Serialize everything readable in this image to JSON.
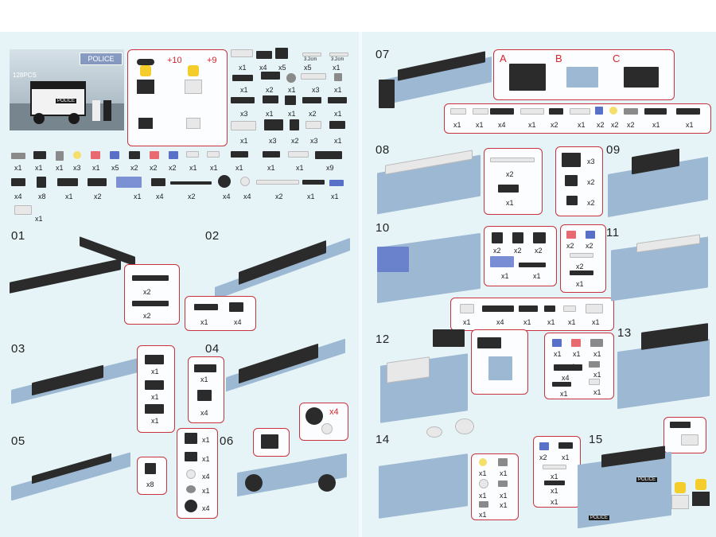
{
  "cover": {
    "piece_count": "128PCS",
    "logo_text": "POLICE",
    "truck_text": "POLICE"
  },
  "minifigs": {
    "left_qty": "+10",
    "right_qty": "+9"
  },
  "parts_list": {
    "rows": [
      [
        "x1",
        "x4",
        "x5",
        "3.2cm",
        "3.2cm"
      ],
      [
        "x1",
        "x5",
        "x1"
      ],
      [
        "x1",
        "x2",
        "x1",
        "x3",
        "x1"
      ],
      [
        "x3",
        "x1",
        "x1",
        "x2",
        "x1"
      ],
      [
        "x1",
        "x3",
        "x2",
        "x3",
        "x1"
      ],
      [
        "x1",
        "x1",
        "x1",
        "x3",
        "x1",
        "x5",
        "x2",
        "x2",
        "x2",
        "x1",
        "x1",
        "x1",
        "x1",
        "x1",
        "x9"
      ],
      [
        "x4",
        "x8",
        "x1",
        "x2",
        "x1",
        "x4",
        "x2",
        "x4",
        "x4",
        "x2",
        "x1",
        "x1"
      ],
      [
        "x1"
      ]
    ]
  },
  "steps": {
    "s01": {
      "num": "01",
      "qty": [
        "x2",
        "x2"
      ]
    },
    "s02": {
      "num": "02",
      "qty": [
        "x1",
        "x4"
      ]
    },
    "s03": {
      "num": "03",
      "qty": [
        "x1",
        "x1",
        "x1"
      ]
    },
    "s04": {
      "num": "04",
      "qty": [
        "x1",
        "x4"
      ]
    },
    "s05": {
      "num": "05",
      "qty": [
        "x8"
      ]
    },
    "s06": {
      "num": "06",
      "qty": [
        "x1",
        "x1",
        "x4",
        "x1",
        "x4"
      ],
      "wheel_qty": "x4"
    },
    "s07": {
      "num": "07",
      "sub": [
        "A",
        "B",
        "C"
      ],
      "qty": [
        "x1",
        "x1",
        "x4",
        "x1",
        "x2",
        "x1",
        "x2",
        "x2",
        "x2",
        "x1",
        "x1"
      ]
    },
    "s08": {
      "num": "08",
      "qty": [
        "x2",
        "x1"
      ]
    },
    "s09": {
      "num": "09",
      "qty": [
        "x3",
        "x2",
        "x2"
      ]
    },
    "s10": {
      "num": "10",
      "qty": [
        "x2",
        "x2",
        "x2",
        "x1",
        "x1"
      ],
      "qty2": [
        "x1",
        "x4",
        "x1",
        "x1",
        "x1",
        "x1"
      ]
    },
    "s11": {
      "num": "11",
      "qty": [
        "x2",
        "x2",
        "x2",
        "x1"
      ]
    },
    "s12": {
      "num": "12"
    },
    "s13": {
      "num": "13",
      "qty": [
        "x1",
        "x1",
        "x1",
        "x1",
        "x1",
        "x4",
        "x1",
        "x1"
      ]
    },
    "s14": {
      "num": "14",
      "qty": [
        "x1",
        "x1",
        "x1",
        "x1",
        "x1",
        "x1"
      ]
    },
    "s15": {
      "num": "15",
      "qty": [
        "x2",
        "x1",
        "x1",
        "x1",
        "x1"
      ],
      "truck_text": "POLICE",
      "plate_text": "POLICE"
    }
  },
  "colors": {
    "frame_red": "#c8323c",
    "sheet_bg": "#e6f4f8",
    "brick_dark": "#2b2b2b",
    "brick_light_blue": "#9cb8d2",
    "qty_red": "#d8232a"
  }
}
